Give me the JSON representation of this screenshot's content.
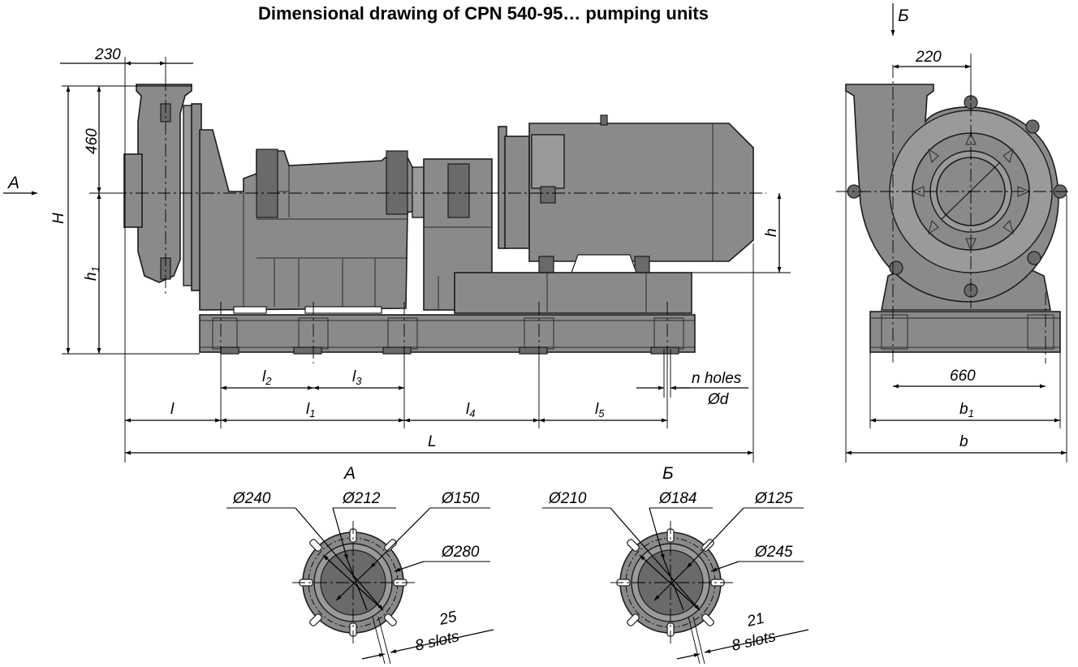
{
  "title": "Dimensional drawing of CPN 540-95… pumping units",
  "colors": {
    "metal": "#8a8a8a",
    "line": "#000000",
    "background": "#ffffff"
  },
  "side_view": {
    "section_arrow_a": "A",
    "dim_230": "230",
    "dim_460": "460",
    "dim_H": "H",
    "dim_h1": "h",
    "dim_h1_sub": "1",
    "dim_h": "h",
    "dim_l2": "l",
    "dim_l2_sub": "2",
    "dim_l3": "l",
    "dim_l3_sub": "3",
    "dim_l": "l",
    "dim_l1": "l",
    "dim_l1_sub": "1",
    "dim_l4": "l",
    "dim_l4_sub": "4",
    "dim_l5": "l",
    "dim_l5_sub": "5",
    "dim_L": "L",
    "holes_label": "n holes",
    "holes_dia": "Ød"
  },
  "front_view": {
    "section_arrow_b": "Б",
    "dim_220": "220",
    "dim_660": "660",
    "dim_b1": "b",
    "dim_b1_sub": "1",
    "dim_b": "b"
  },
  "flange_a": {
    "view_label": "A",
    "d1": "Ø240",
    "d2": "Ø212",
    "d3": "Ø150",
    "d4": "Ø280",
    "slot_width": "25",
    "slots": "8 slots"
  },
  "flange_b": {
    "view_label": "Б",
    "d1": "Ø210",
    "d2": "Ø184",
    "d3": "Ø125",
    "d4": "Ø245",
    "slot_width": "21",
    "slots": "8 slots"
  }
}
